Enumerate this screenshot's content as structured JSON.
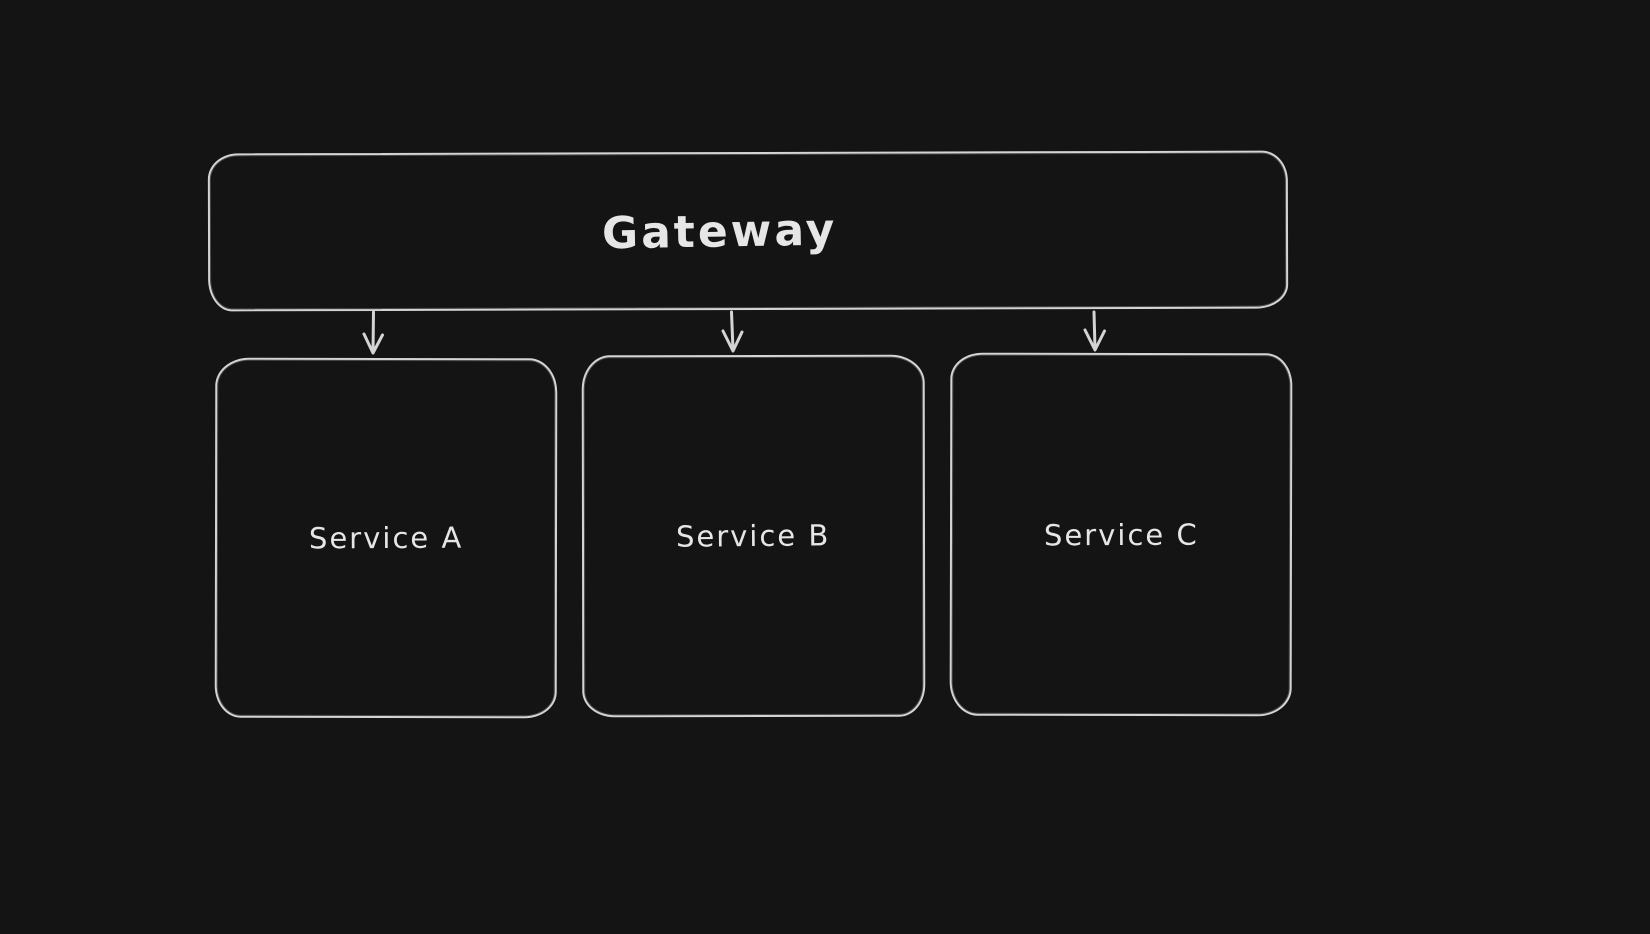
{
  "canvas": {
    "background_color": "#141414",
    "stroke_color": "#d4d4d4",
    "text_color": "#e6e6e6",
    "style": "hand-drawn"
  },
  "diagram": {
    "gateway": {
      "label": "Gateway"
    },
    "services": [
      {
        "label": "Service A"
      },
      {
        "label": "Service B"
      },
      {
        "label": "Service C"
      }
    ],
    "edges": [
      {
        "from": "Gateway",
        "to": "Service A",
        "arrow": "down"
      },
      {
        "from": "Gateway",
        "to": "Service B",
        "arrow": "down"
      },
      {
        "from": "Gateway",
        "to": "Service C",
        "arrow": "down"
      }
    ]
  }
}
